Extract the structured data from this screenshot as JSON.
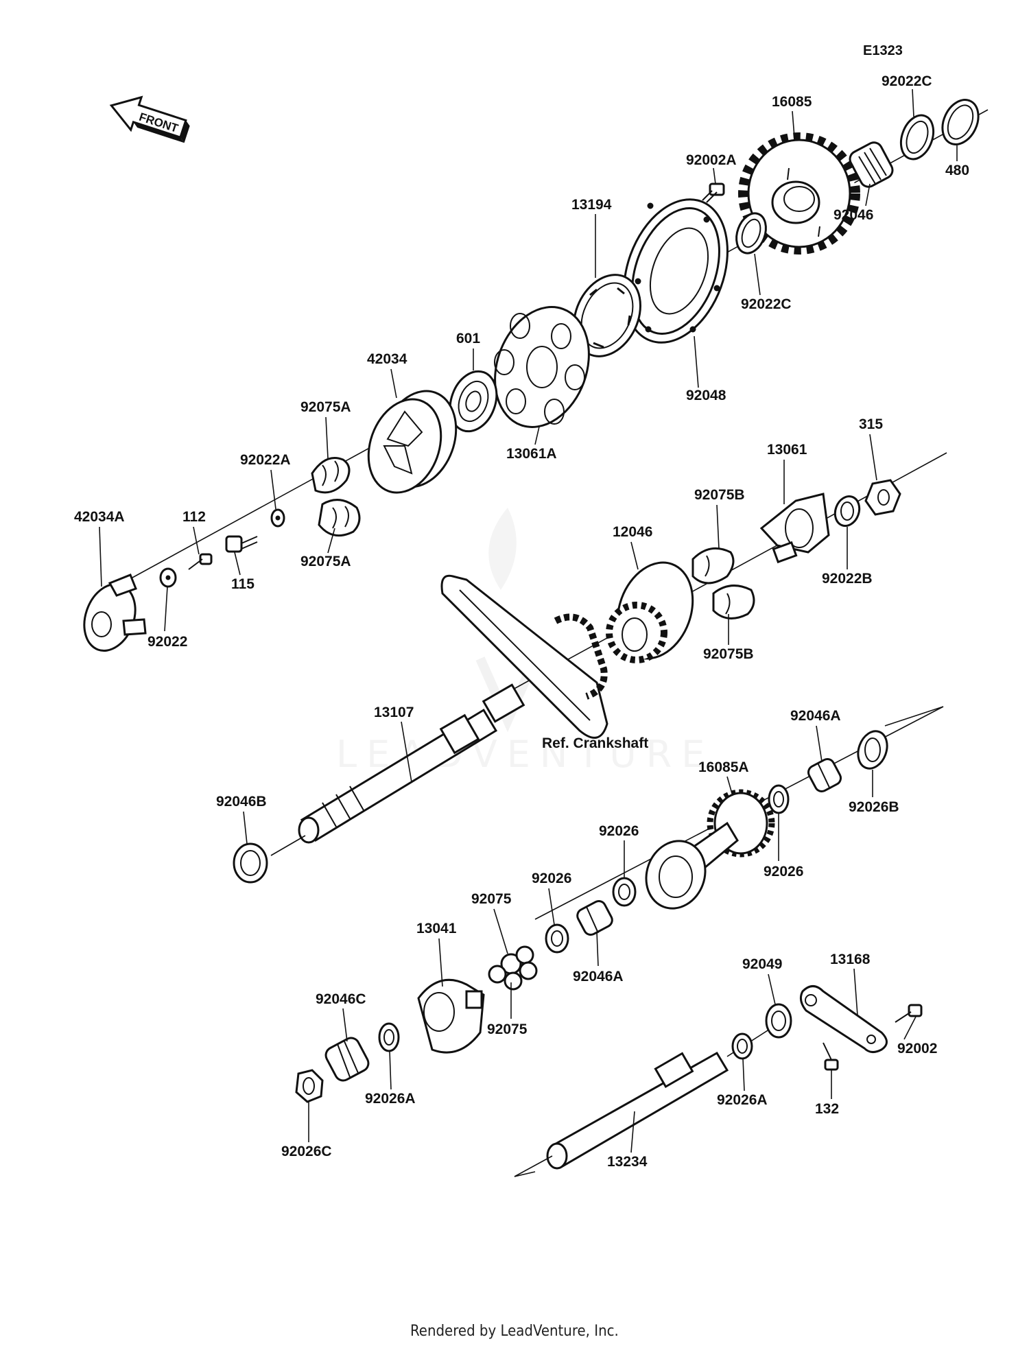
{
  "diagram_code": "E1323",
  "front_label": "FRONT",
  "watermark": "LEADVENTURE",
  "footer": "Rendered by LeadVenture, Inc.",
  "reference_label": "Ref. Crankshaft",
  "parts": {
    "p92022C_top": "92022C",
    "p16085": "16085",
    "p92002A": "92002A",
    "p480": "480",
    "p92046": "92046",
    "p13194": "13194",
    "p92022C_mid": "92022C",
    "p601": "601",
    "p42034": "42034",
    "p92048": "92048",
    "p92075A_top": "92075A",
    "p13061A": "13061A",
    "p315": "315",
    "p13061": "13061",
    "p92022A": "92022A",
    "p92075B_top": "92075B",
    "p42034A": "42034A",
    "p112": "112",
    "p12046": "12046",
    "p92075A_bot": "92075A",
    "p92022B": "92022B",
    "p115": "115",
    "p92022": "92022",
    "p92075B_bot": "92075B",
    "p13107": "13107",
    "p92046A_top": "92046A",
    "p16085A": "16085A",
    "p92046B": "92046B",
    "p92026B": "92026B",
    "p92026_a": "92026",
    "p92026_b": "92026",
    "p92026_c": "92026",
    "p92075_top": "92075",
    "p13041": "13041",
    "p92046A_bot": "92046A",
    "p92075_bot": "92075",
    "p13168": "13168",
    "p92049": "92049",
    "p92046C": "92046C",
    "p92002": "92002",
    "p92026A_left": "92026A",
    "p92026A_right": "92026A",
    "p132": "132",
    "p92026C": "92026C",
    "p13234": "13234"
  }
}
